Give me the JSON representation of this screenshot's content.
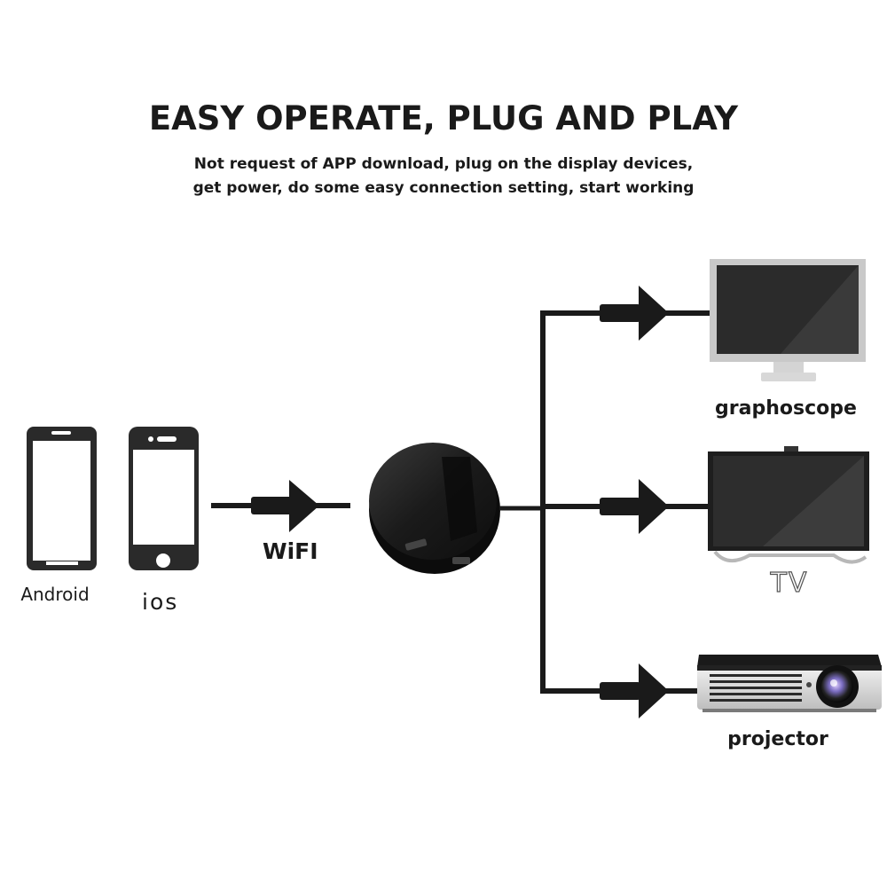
{
  "header": {
    "title": "EASY OPERATE, PLUG AND PLAY",
    "subtitle_line1": "Not request of APP download, plug on the display devices,",
    "subtitle_line2": "get power, do some easy connection setting, start working"
  },
  "sources": {
    "android_label": "Android",
    "ios_label": "ios"
  },
  "link": {
    "wifi_label": "WiFI"
  },
  "outputs": {
    "graphoscope_label": "graphoscope",
    "tv_label": "TV",
    "projector_label": "projector"
  },
  "icons": [
    "android-phone-icon",
    "iphone-icon",
    "dongle-icon",
    "monitor-icon",
    "tv-icon",
    "projector-icon",
    "arrow-icon"
  ],
  "colors": {
    "ink": "#1a1a1a",
    "screen": "#2a2a2a",
    "dongle": "#1c1c1c"
  }
}
